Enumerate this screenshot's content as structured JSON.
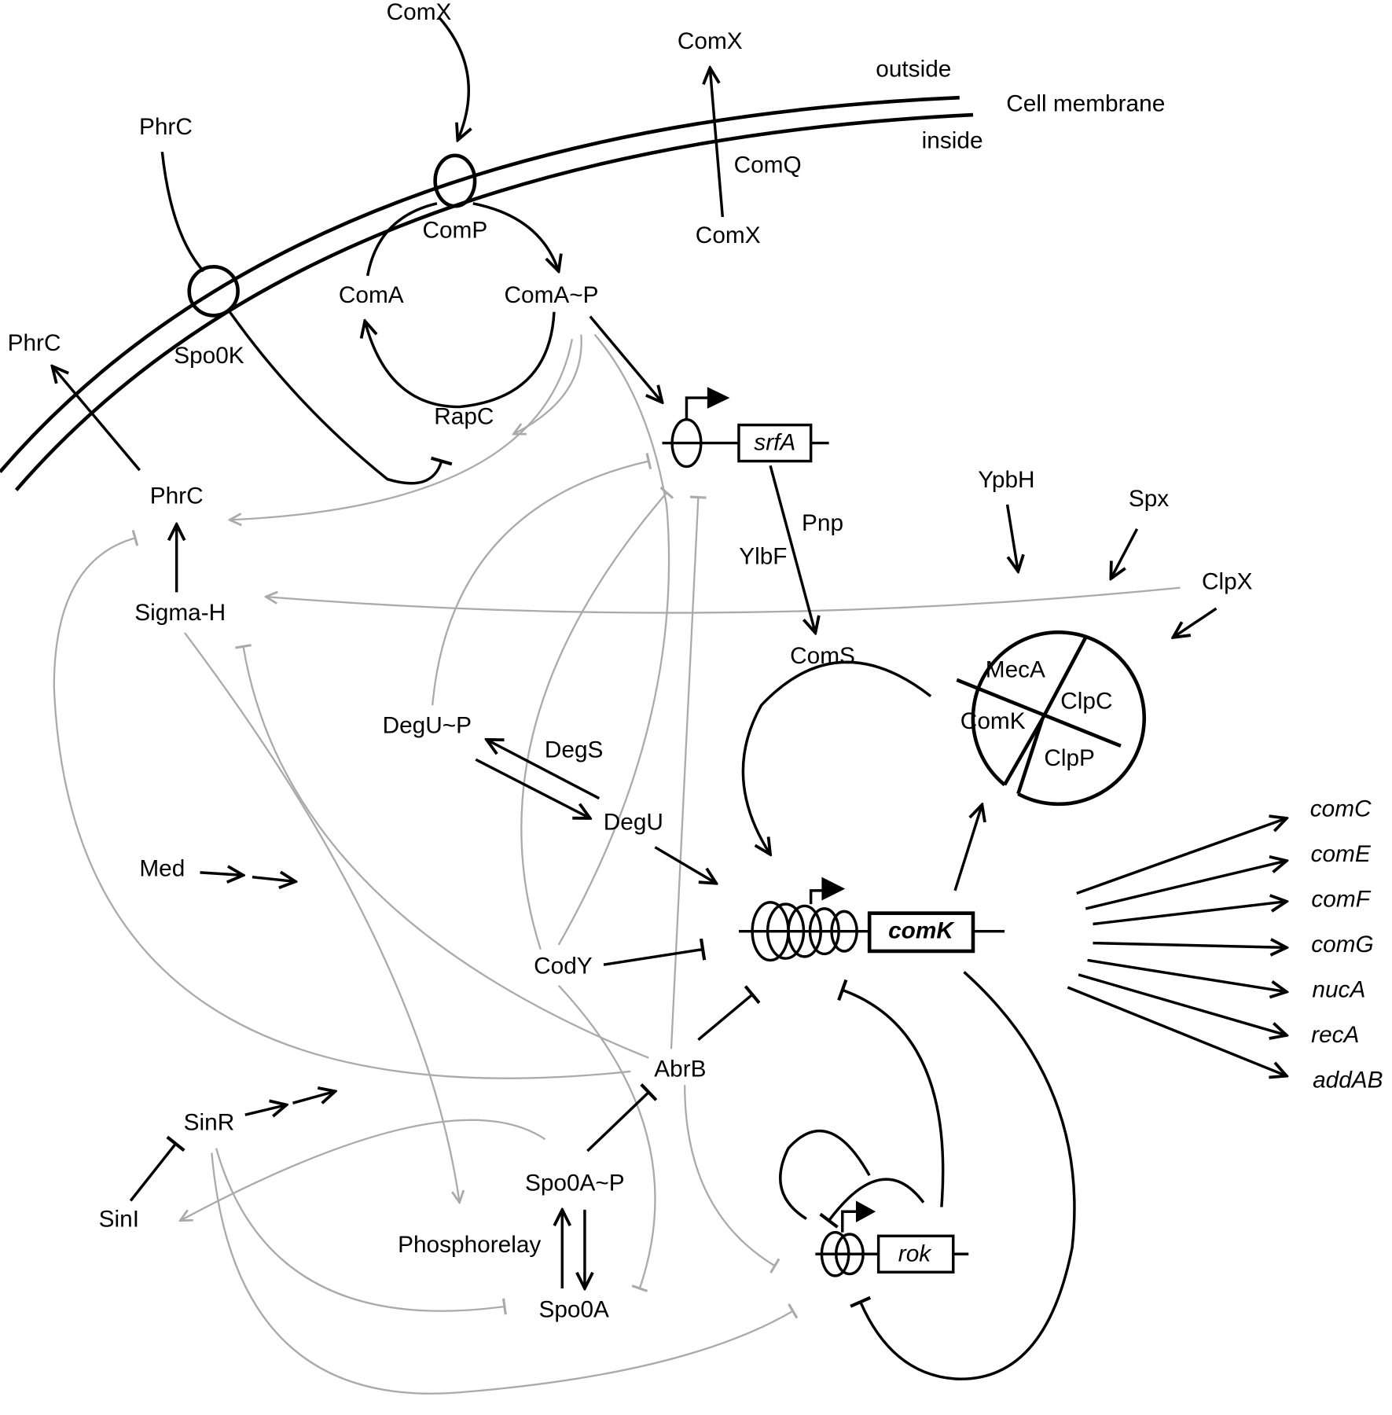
{
  "labels": {
    "comx_top": "ComX",
    "comx_out": "ComX",
    "outside": "outside",
    "cell_membrane": "Cell membrane",
    "inside": "inside",
    "phrc_top": "PhrC",
    "comq": "ComQ",
    "comp": "ComP",
    "comx_in": "ComX",
    "coma": "ComA",
    "comap": "ComA~P",
    "phrc_out": "PhrC",
    "spo0k": "Spo0K",
    "rapc": "RapC",
    "srfa": "srfA",
    "phrc": "PhrC",
    "ypbh": "YpbH",
    "spx": "Spx",
    "pnp": "Pnp",
    "ylbf": "YlbF",
    "clpx": "ClpX",
    "sigmah": "Sigma-H",
    "coms": "ComS",
    "meca": "MecA",
    "clpc": "ClpC",
    "comk_protein": "ComK",
    "clpp": "ClpP",
    "degup": "DegU~P",
    "degs": "DegS",
    "degu": "DegU",
    "med": "Med",
    "comk_gene": "comK",
    "cody": "CodY",
    "abrb": "AbrB",
    "sinr": "SinR",
    "spo0ap": "Spo0A~P",
    "sini": "SinI",
    "phosphorelay": "Phosphorelay",
    "rok": "rok",
    "spo0a": "Spo0A"
  },
  "targets": [
    "comC",
    "comE",
    "comF",
    "comG",
    "nucA",
    "recA",
    "addAB"
  ]
}
